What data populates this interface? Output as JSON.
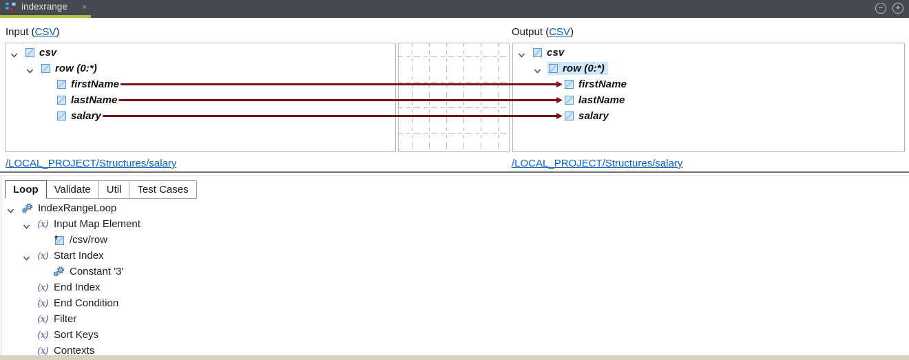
{
  "titlebar": {
    "document_tab": {
      "title": "indexrange",
      "close_icon": "×"
    },
    "window_controls": {
      "collapse_icon": "−",
      "expand_icon": "+"
    }
  },
  "colors": {
    "accent_green": "#aec437",
    "connector_red": "#7e1214",
    "link_blue": "#0563c1",
    "selection_blue": "#cfe7f8"
  },
  "input_panel": {
    "title_prefix": "Input (",
    "title_link": "CSV",
    "title_suffix": ")",
    "footer_link": "/LOCAL_PROJECT/Structures/salary",
    "tree": [
      {
        "label": "csv",
        "level": 0,
        "chevron": true
      },
      {
        "label": "row (0:*)",
        "level": 1,
        "chevron": true
      },
      {
        "label": "firstName",
        "level": 2,
        "chevron": false
      },
      {
        "label": "lastName",
        "level": 2,
        "chevron": false
      },
      {
        "label": "salary",
        "level": 2,
        "chevron": false
      }
    ]
  },
  "output_panel": {
    "title_prefix": "Output (",
    "title_link": "CSV",
    "title_suffix": ")",
    "footer_link": "/LOCAL_PROJECT/Structures/salary",
    "tree": [
      {
        "label": "csv",
        "level": 0,
        "chevron": true
      },
      {
        "label": "row (0:*)",
        "level": 1,
        "chevron": true,
        "selected": true
      },
      {
        "label": "firstName",
        "level": 2,
        "chevron": false
      },
      {
        "label": "lastName",
        "level": 2,
        "chevron": false
      },
      {
        "label": "salary",
        "level": 2,
        "chevron": false
      }
    ]
  },
  "connections": [
    {
      "from": "firstName",
      "to": "firstName"
    },
    {
      "from": "lastName",
      "to": "lastName"
    },
    {
      "from": "salary",
      "to": "salary"
    }
  ],
  "properties_section": {
    "fx_icon_text": "(x)",
    "tabs": [
      {
        "label": "Loop",
        "active": true
      },
      {
        "label": "Validate",
        "active": false
      },
      {
        "label": "Util",
        "active": false
      },
      {
        "label": "Test Cases",
        "active": false
      }
    ],
    "tree": [
      {
        "label": "IndexRangeLoop",
        "level": 0,
        "chevron": true,
        "icon": "gears"
      },
      {
        "label": "Input Map Element",
        "level": 1,
        "chevron": true,
        "icon": "fx"
      },
      {
        "label": "/csv/row",
        "level": 2,
        "chevron": false,
        "icon": "element-in"
      },
      {
        "label": "Start Index",
        "level": 1,
        "chevron": true,
        "icon": "fx"
      },
      {
        "label": "Constant '3'",
        "level": 2,
        "chevron": false,
        "icon": "gears"
      },
      {
        "label": "End Index",
        "level": 1,
        "chevron": false,
        "icon": "fx"
      },
      {
        "label": "End Condition",
        "level": 1,
        "chevron": false,
        "icon": "fx"
      },
      {
        "label": "Filter",
        "level": 1,
        "chevron": false,
        "icon": "fx"
      },
      {
        "label": "Sort Keys",
        "level": 1,
        "chevron": false,
        "icon": "fx"
      },
      {
        "label": "Contexts",
        "level": 1,
        "chevron": false,
        "icon": "fx"
      }
    ]
  }
}
